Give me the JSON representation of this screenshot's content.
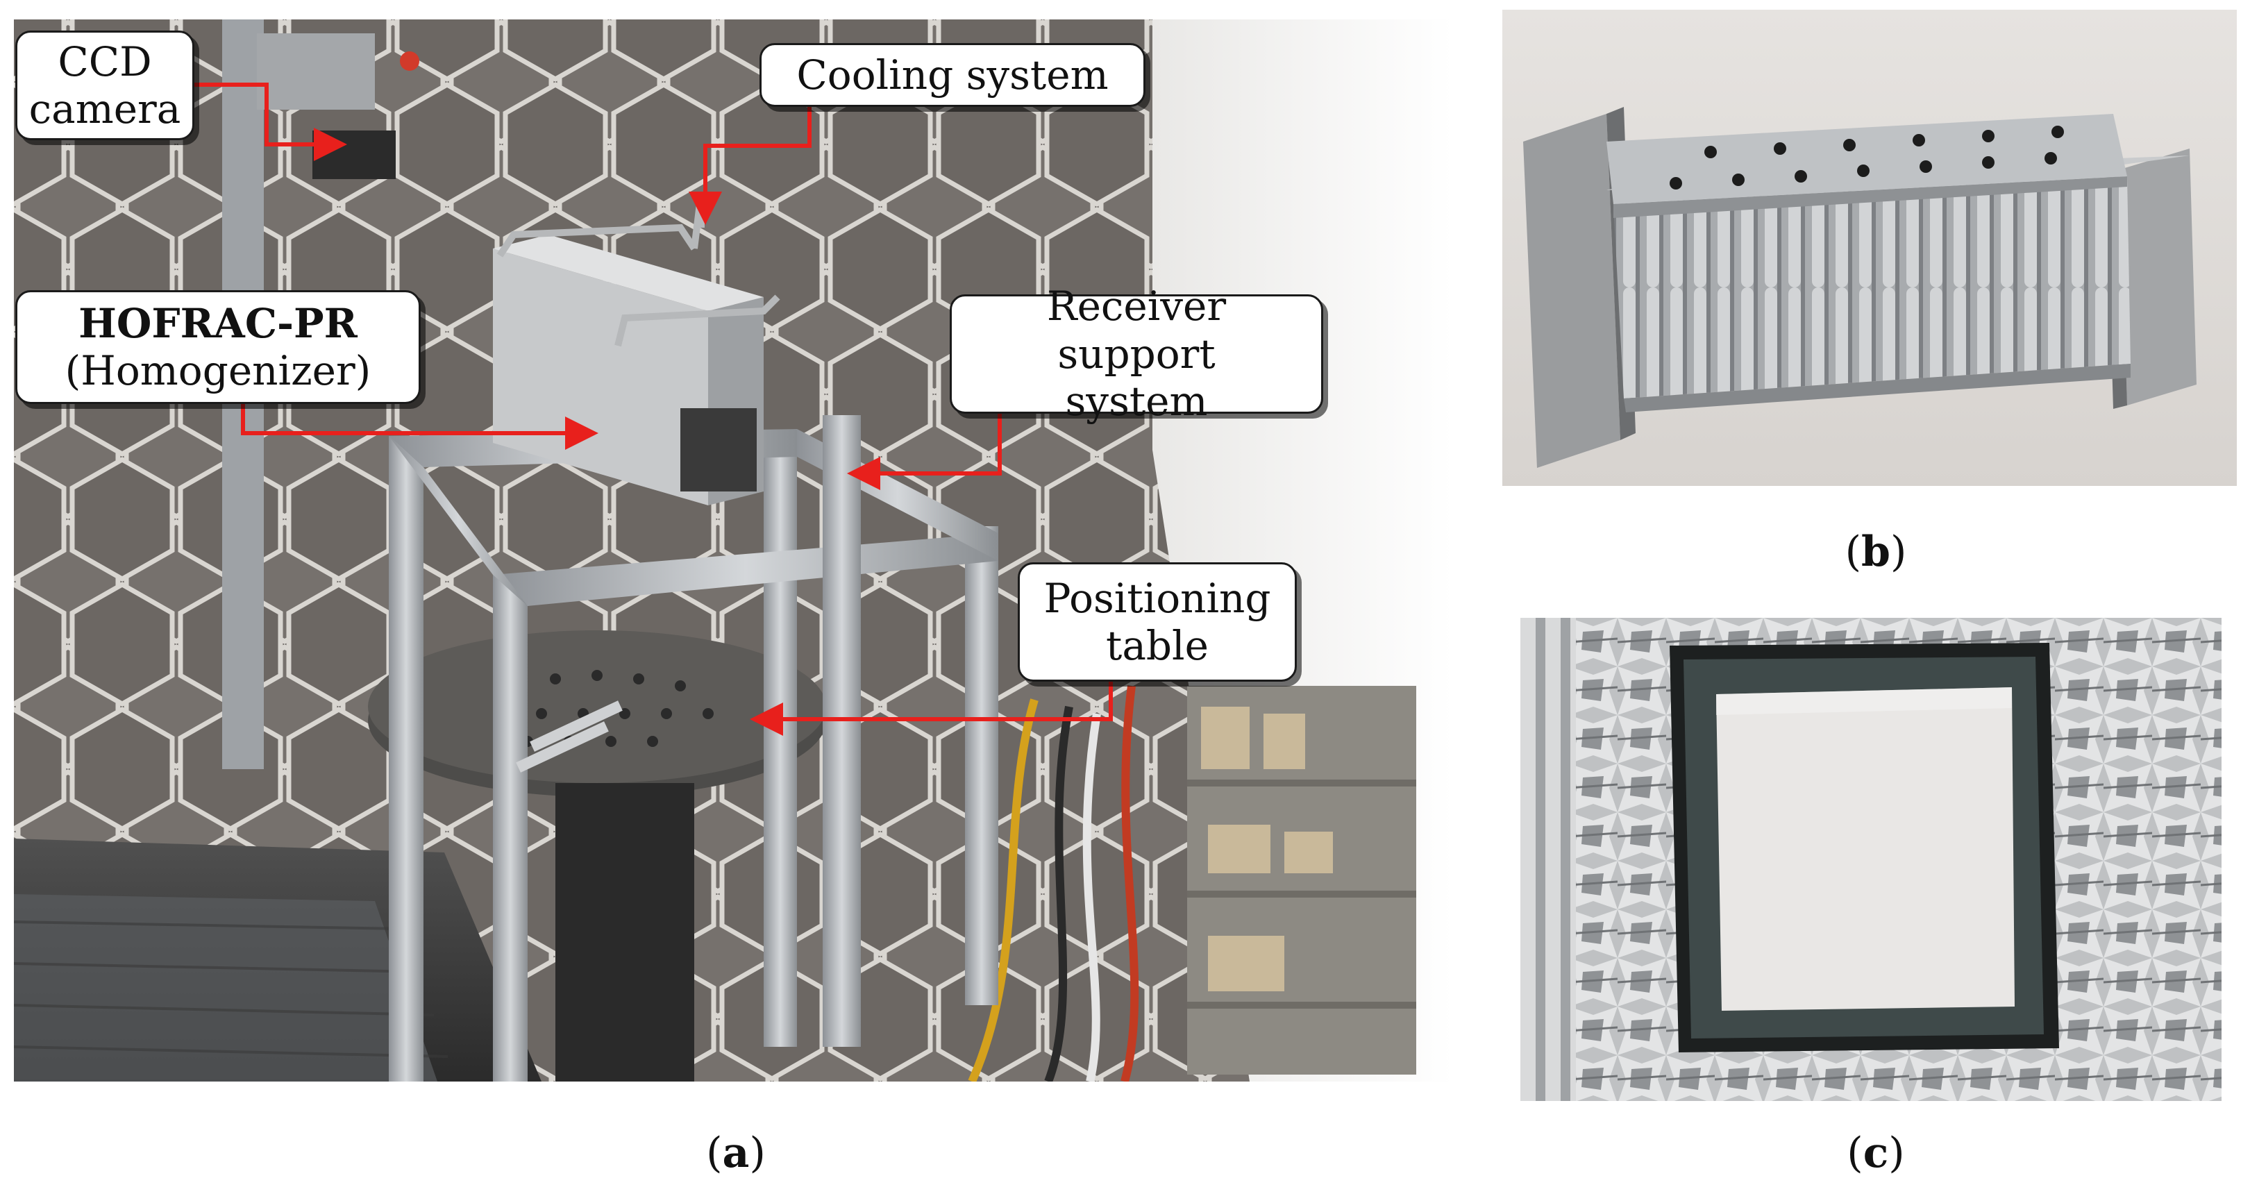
{
  "panels": {
    "a": {
      "caption_letter": "a",
      "callouts": {
        "ccd_line1": "CCD",
        "ccd_line2": "camera",
        "cooling": "Cooling system",
        "hofrac_line1": "HOFRAC-PR",
        "hofrac_line2": "(Homogenizer)",
        "receiver_line1": "Receiver support",
        "receiver_line2": "system",
        "positioning_line1": "Positioning",
        "positioning_line2": "table"
      }
    },
    "b": {
      "caption_letter": "b"
    },
    "c": {
      "caption_letter": "c"
    }
  },
  "colors": {
    "arrow": "#e8201c",
    "hex_panel": "#6f6a66",
    "hex_edge": "#d8d6d2",
    "aluminum": "#b9bcbf",
    "foil": "#c9cbcd",
    "white_target": "#e7e5e3"
  }
}
